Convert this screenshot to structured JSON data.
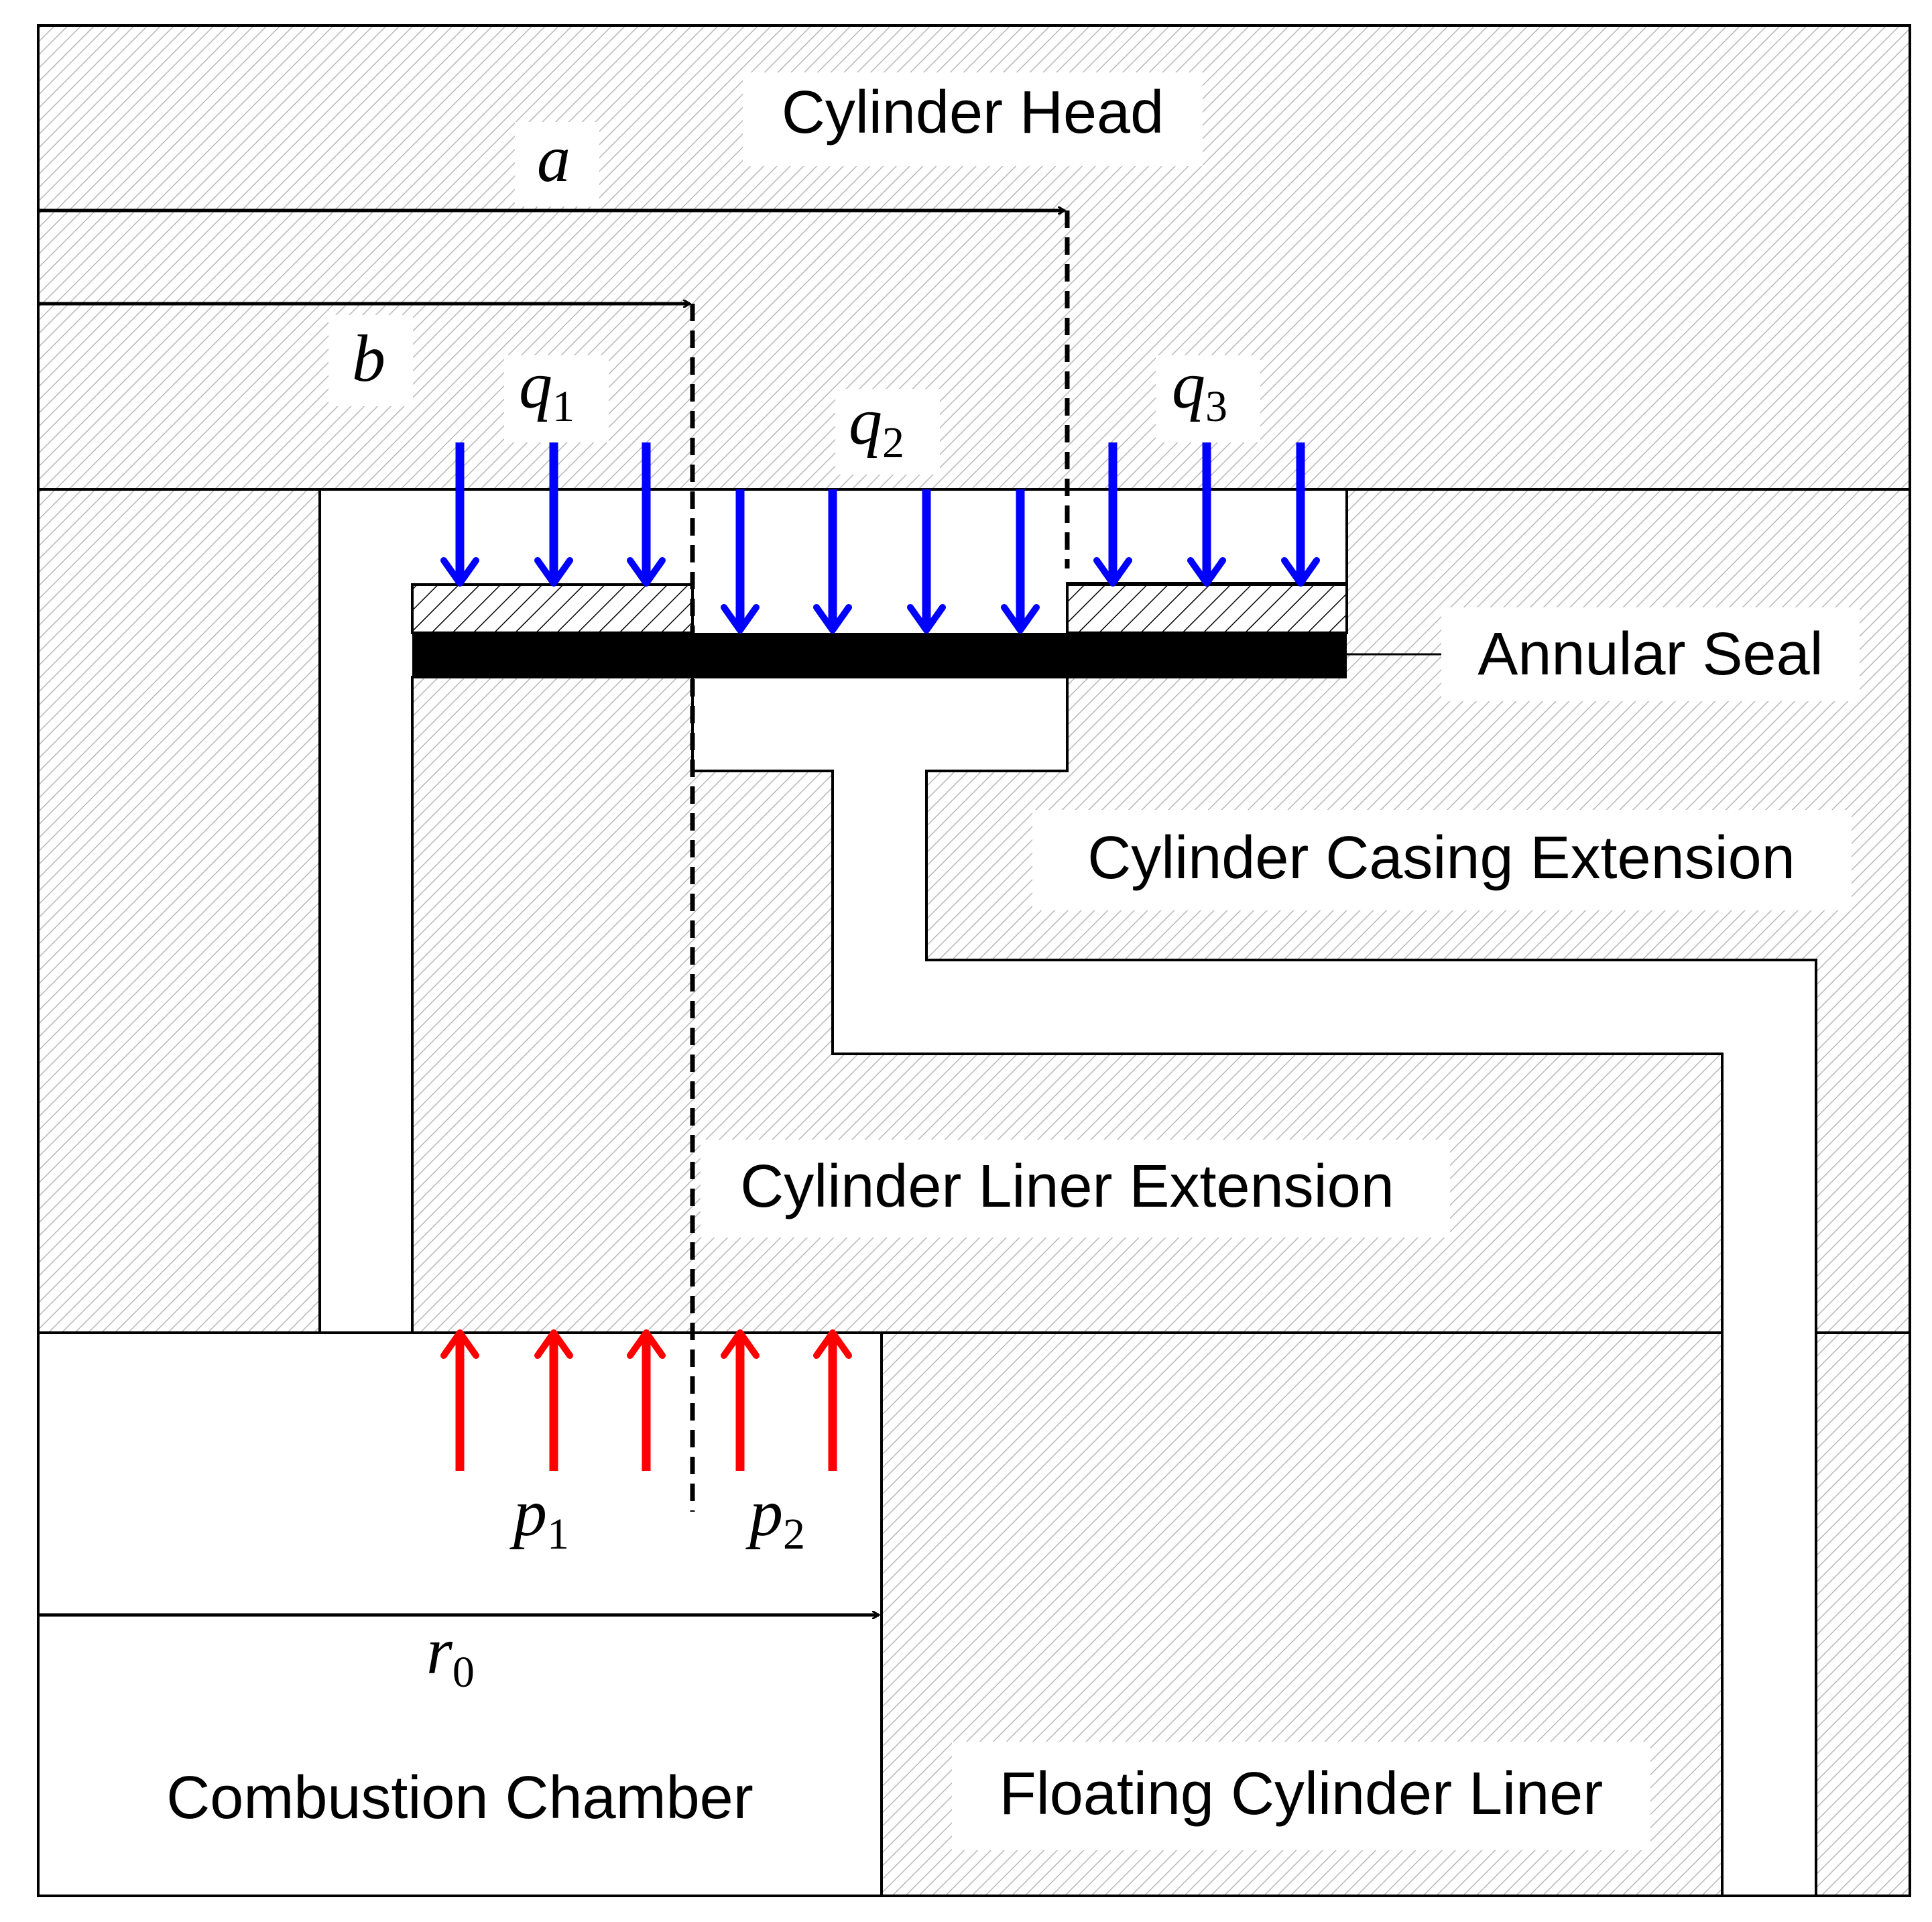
{
  "labels": {
    "cylinder_head": "Cylinder Head",
    "annular_seal": "Annular Seal",
    "cylinder_casing_extension": "Cylinder Casing Extension",
    "cylinder_liner_extension": "Cylinder Liner Extension",
    "combustion_chamber": "Combustion Chamber",
    "floating_cylinder_liner": "Floating Cylinder Liner"
  },
  "symbols": {
    "a": "a",
    "b": "b",
    "q1": {
      "base": "q",
      "sub": "1"
    },
    "q2": {
      "base": "q",
      "sub": "2"
    },
    "q3": {
      "base": "q",
      "sub": "3"
    },
    "p1": {
      "base": "p",
      "sub": "1"
    },
    "p2": {
      "base": "p",
      "sub": "2"
    },
    "r0": {
      "base": "r",
      "sub": "0"
    }
  },
  "colors": {
    "load_arrows_q": "#0000ff",
    "pressure_arrows_p": "#ff0000",
    "outline": "#000000",
    "hatch": "#b8b8b8",
    "seal": "#000000"
  }
}
